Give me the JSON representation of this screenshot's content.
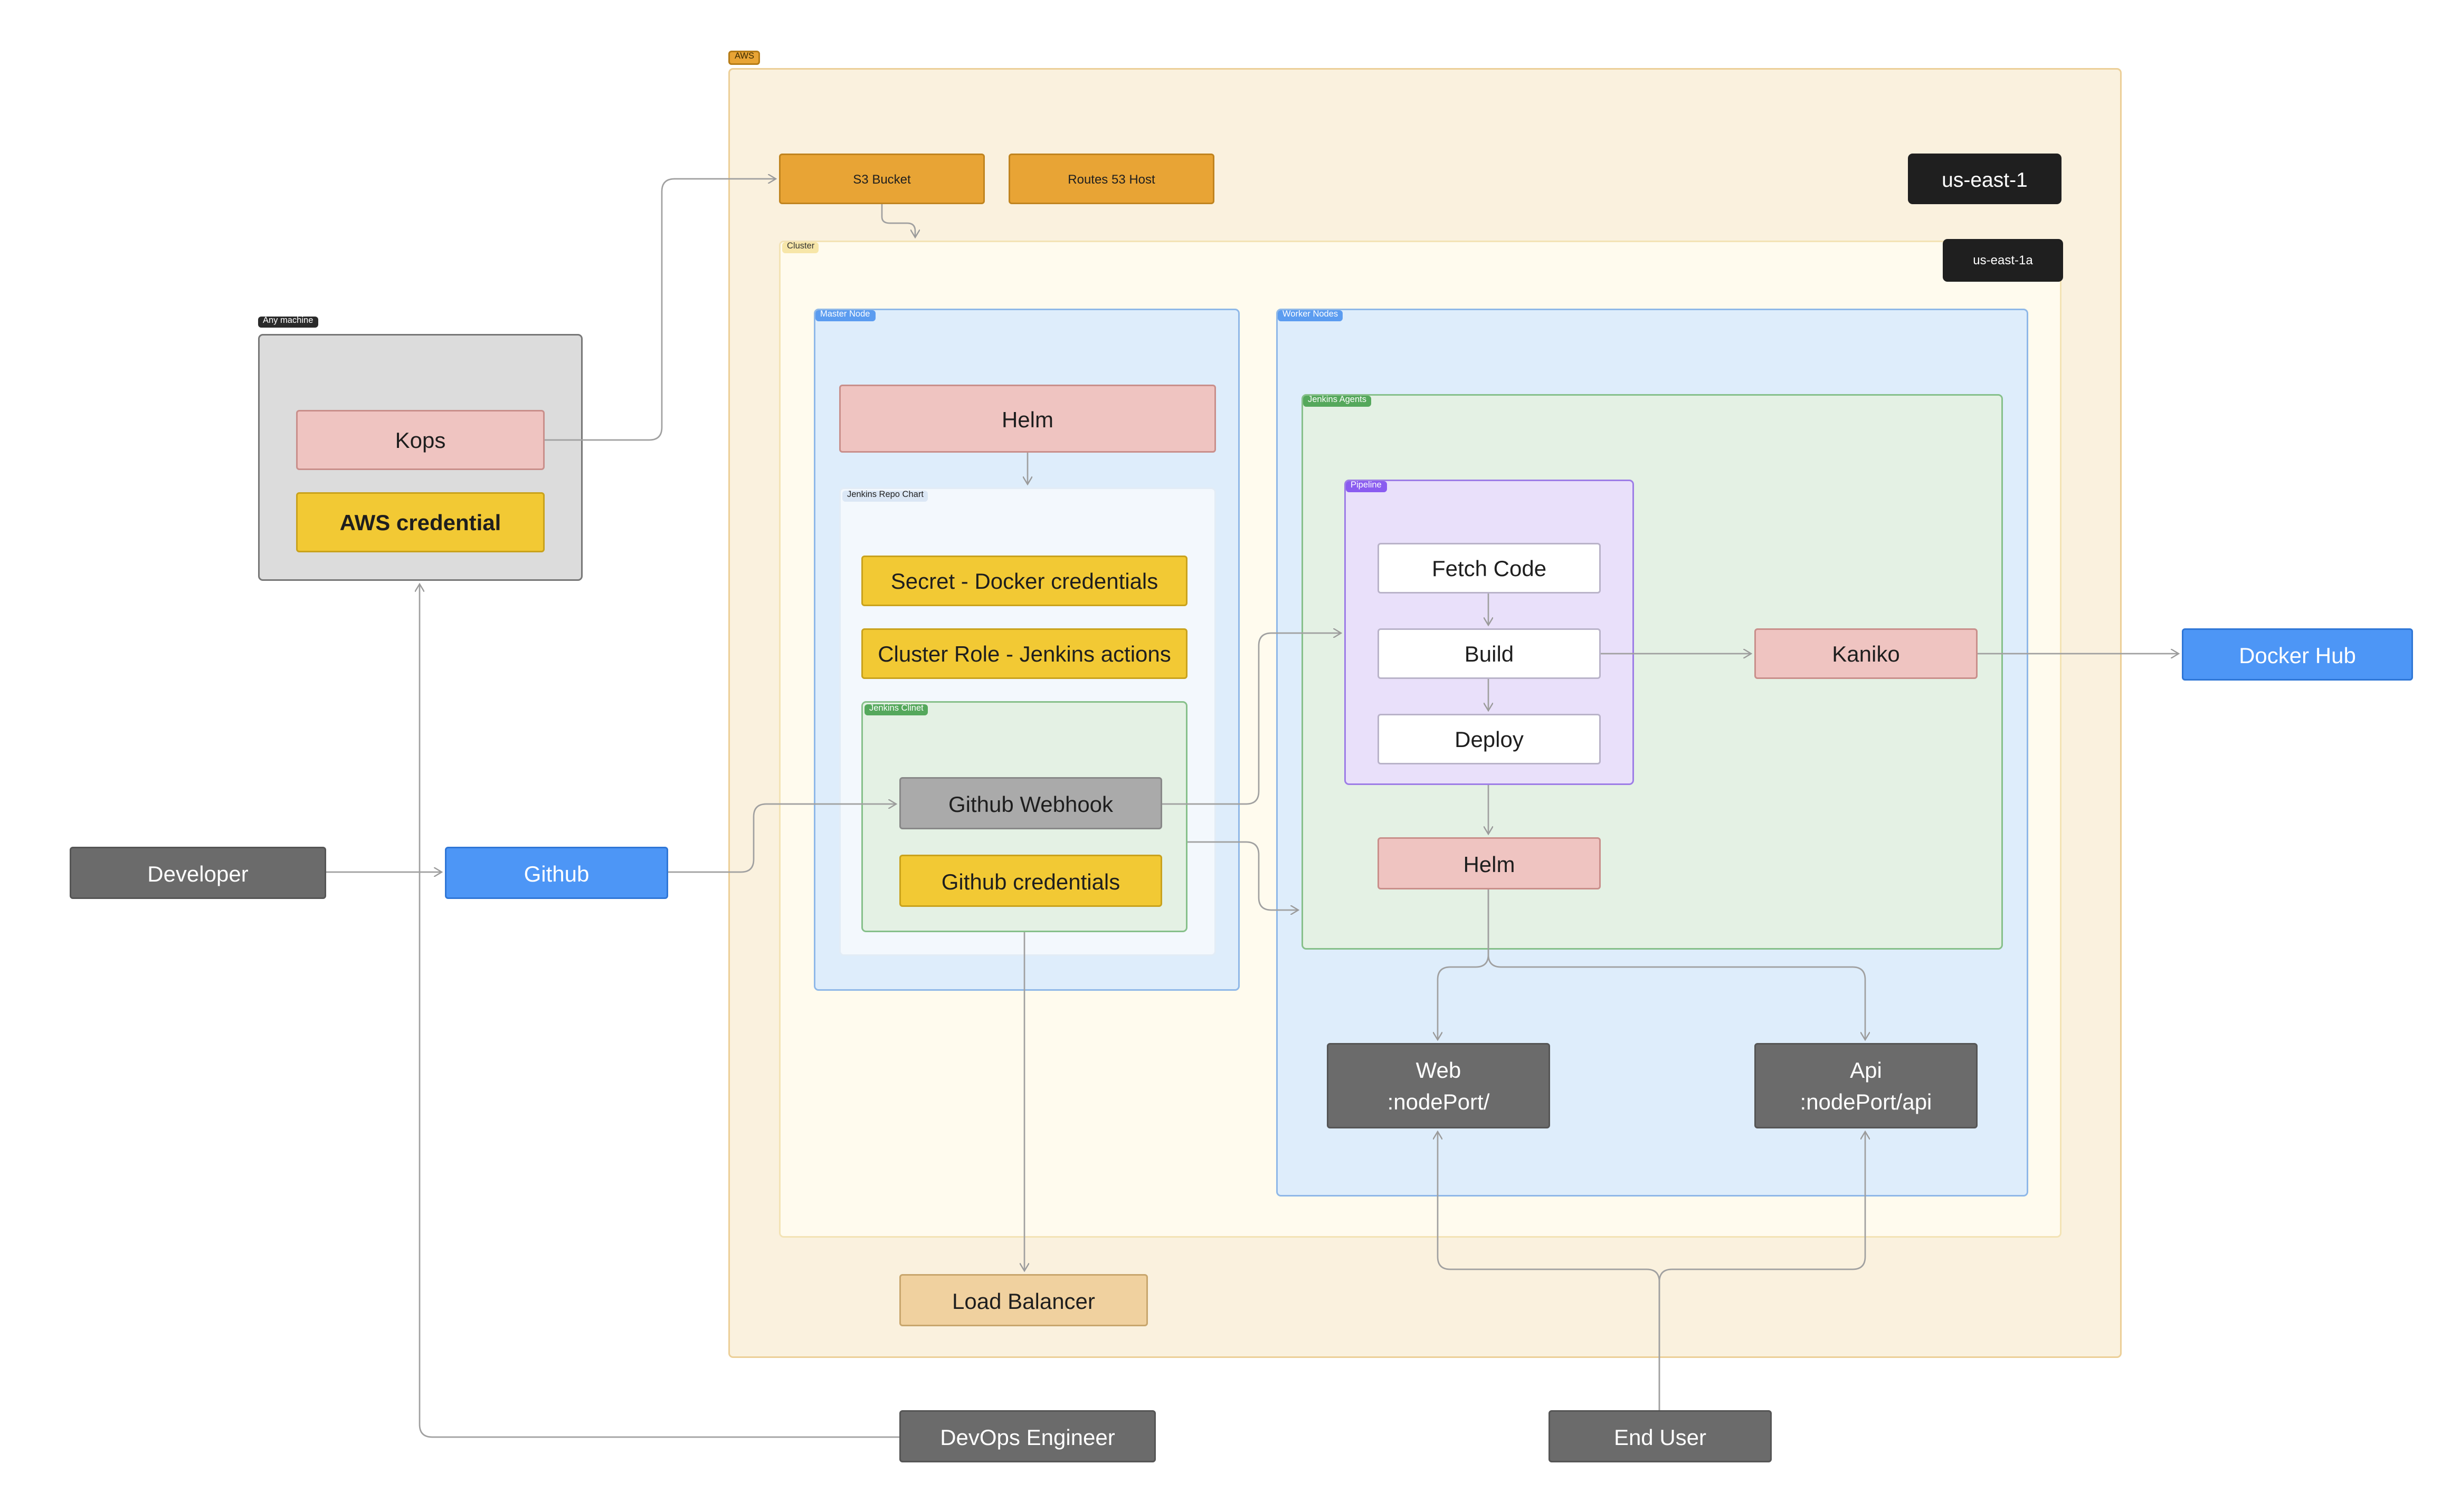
{
  "frames": {
    "aws": "AWS",
    "cluster": "Cluster",
    "any_machine": "Any machine",
    "master_node": "Master Node",
    "jenkins_repo_chart": "Jenkins Repo Chart",
    "jenkins_client": "Jenkins Clinet",
    "worker_nodes": "Worker Nodes",
    "jenkins_agents": "Jenkins Agents",
    "pipeline": "Pipeline"
  },
  "nodes": {
    "s3_bucket": "S3 Bucket",
    "routes53_host": "Routes 53 Host",
    "region": "us-east-1",
    "zone": "us-east-1a",
    "kops": "Kops",
    "aws_credential": "AWS credential",
    "helm_master": "Helm",
    "secret_docker": "Secret - Docker credentials",
    "cluster_role": "Cluster Role - Jenkins actions",
    "github_webhook": "Github Webhook",
    "github_credentials": "Github credentials",
    "fetch_code": "Fetch Code",
    "build": "Build",
    "deploy": "Deploy",
    "kaniko": "Kaniko",
    "helm_worker": "Helm",
    "web_line1": "Web",
    "web_line2": ":nodePort/",
    "api_line1": "Api",
    "api_line2": ":nodePort/api",
    "docker_hub": "Docker Hub",
    "developer": "Developer",
    "github": "Github",
    "load_balancer": "Load Balancer",
    "devops_engineer": "DevOps Engineer",
    "end_user": "End User"
  },
  "colors": {
    "aws_frame": "#faf1de",
    "cluster_frame": "#fffbee",
    "node_frame": "#deedfb",
    "agents_frame": "#e4f1e4",
    "pipeline_frame": "#e9e0fa",
    "connector": "#9a9a9a"
  }
}
